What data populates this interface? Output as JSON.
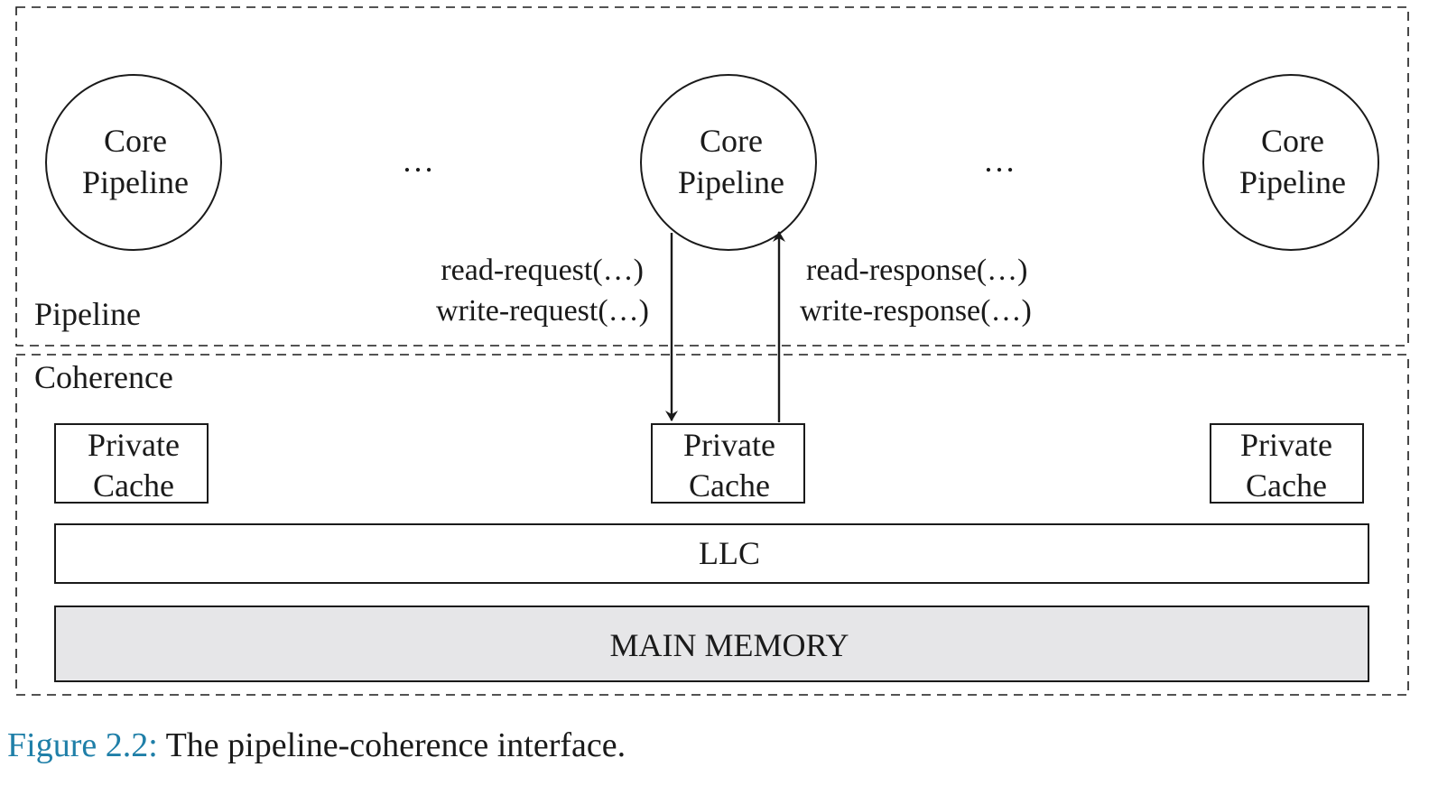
{
  "regions": {
    "pipeline_label": "Pipeline",
    "coherence_label": "Coherence"
  },
  "cores": [
    {
      "line1": "Core",
      "line2": "Pipeline"
    },
    {
      "line1": "Core",
      "line2": "Pipeline"
    },
    {
      "line1": "Core",
      "line2": "Pipeline"
    }
  ],
  "ellipses": [
    "…",
    "…"
  ],
  "requests": [
    "read-request(…)",
    "write-request(…)"
  ],
  "responses": [
    "read-response(…)",
    "write-response(…)"
  ],
  "caches": [
    {
      "line1": "Private",
      "line2": "Cache"
    },
    {
      "line1": "Private",
      "line2": "Cache"
    },
    {
      "line1": "Private",
      "line2": "Cache"
    }
  ],
  "llc_label": "LLC",
  "memory_label": "MAIN MEMORY",
  "colors": {
    "memory_fill": "#e6e6e8",
    "caption_label": "#1f7fa8",
    "stroke": "#1a1a1a"
  },
  "caption": {
    "label": "Figure 2.2:",
    "text": " The pipeline-coherence interface."
  }
}
